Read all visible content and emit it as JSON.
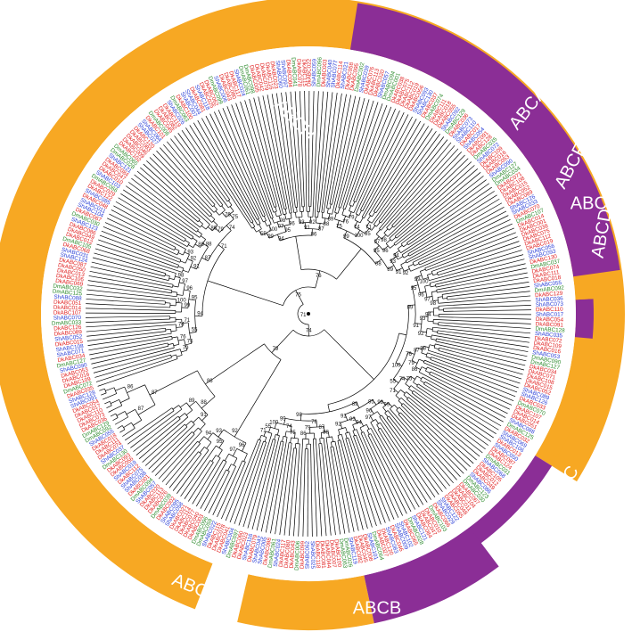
{
  "figure": {
    "colors": {
      "orange": "#F7A823",
      "purple": "#8B2E96",
      "red": "#E02020",
      "blue": "#2B3FD6",
      "green": "#2E8B2E",
      "background": "#FFFFFF"
    },
    "species_colors": {
      "Dk": "red",
      "Sh": "blue",
      "Dm": "green"
    },
    "clades": [
      {
        "name": "ABCH",
        "color": "orange"
      },
      {
        "name": "ABCA",
        "color": "purple"
      },
      {
        "name": "ABCF",
        "color": "orange"
      },
      {
        "name": "ABCE",
        "color": "purple"
      },
      {
        "name": "ABCD",
        "color": "orange"
      },
      {
        "name": "ABCC",
        "color": "purple"
      },
      {
        "name": "ABCB",
        "color": "orange"
      },
      {
        "name": "ABCG",
        "color": "purple"
      }
    ],
    "tip_labels": [
      "DkABC001",
      "DkABC002",
      "DkABC003",
      "DkABC034",
      "DkABC070",
      "ShABC054",
      "ShABC102",
      "DkABC129",
      "DmABC055",
      "DkABC006",
      "DkABC050",
      "DkABC058",
      "ShABC116",
      "DmABC120",
      "DkABC044",
      "ShABC123",
      "ShABC104",
      "DkABC045",
      "ShABC106",
      "DkABC027",
      "DkABC048",
      "DmABC043",
      "ShABC042",
      "DkABC004",
      "DkABC040",
      "DkABC003",
      "ShABC043",
      "DmABC117",
      "DmABC062"
    ],
    "bootstrap_values": [
      "100",
      "99",
      "98",
      "97",
      "96",
      "95",
      "94",
      "93",
      "92",
      "91",
      "89",
      "88",
      "87",
      "86",
      "79",
      "76",
      "75",
      "74",
      "71",
      "55"
    ]
  }
}
